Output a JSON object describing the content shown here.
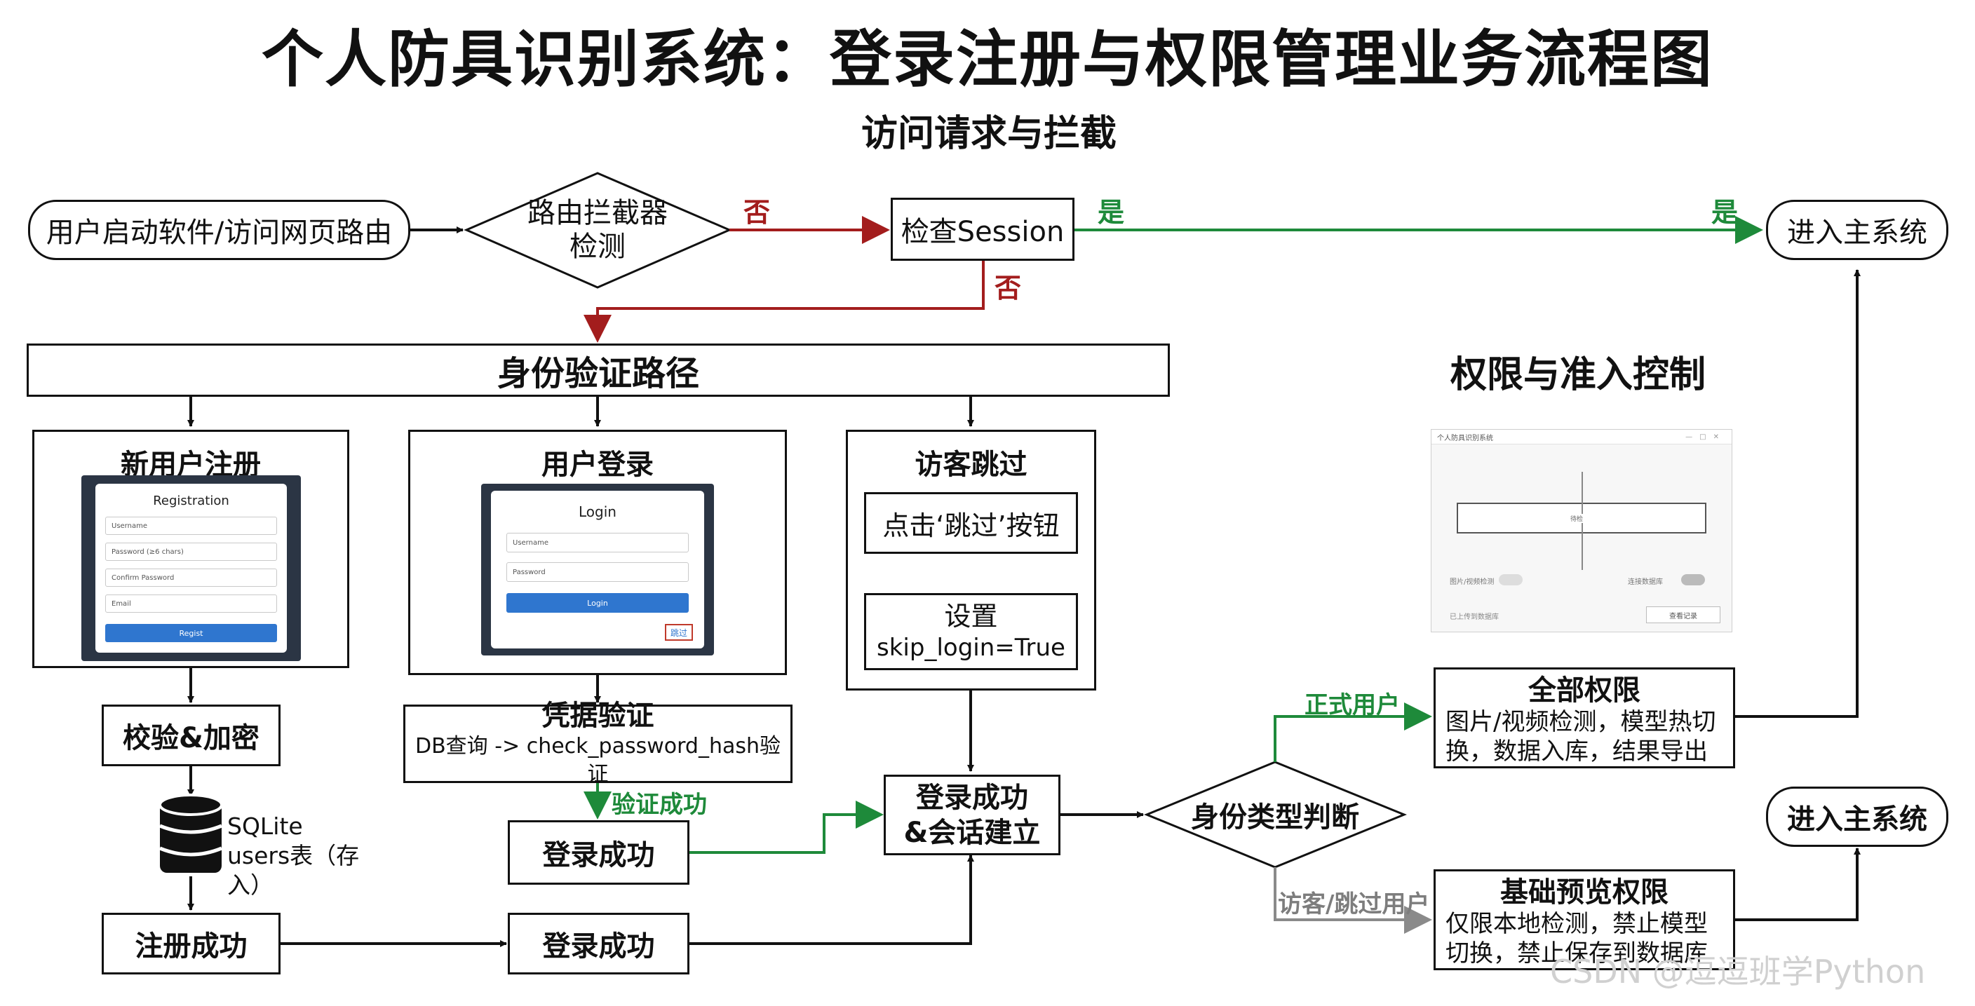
{
  "title": "个人防具识别系统：登录注册与权限管理业务流程图",
  "section_access": "访问请求与拦截",
  "section_permission": "权限与准入控制",
  "nodes": {
    "start": "用户启动软件/访问网页路由",
    "router_check": [
      "路由拦截器",
      "检测"
    ],
    "check_session": "检查Session",
    "main_top": "进入主系统",
    "auth_path": "身份验证路径",
    "register_title": "新用户注册",
    "login_title": "用户登录",
    "guest_title": "访客跳过",
    "click_skip": "点击‘跳过’按钮",
    "setting_line1": "设置",
    "setting_line2": "skip_login=True",
    "verify_encrypt": "校验&加密",
    "db_store": "SQLite users表（存入）",
    "register_success": "注册成功",
    "register_login_success": "登录成功",
    "credential_title": "凭据验证",
    "credential_detail": "DB查询 -> check_password_hash验证",
    "login_success": "登录成功",
    "session_line1": "登录成功",
    "session_line2": "&会话建立",
    "identity_judge": "身份类型判断",
    "full_title": "全部权限",
    "full_detail": "图片/视频检测，模型热切换，数据入库，结果导出",
    "basic_title": "基础预览权限",
    "basic_detail": "仅限本地检测，禁止模型切换，禁止保存到数据库",
    "main_bottom": "进入主系统"
  },
  "edge_labels": {
    "no1": "否",
    "yes_session": "是",
    "yes_main": "是",
    "no2": "否",
    "verify_ok": "验证成功",
    "official_user": "正式用户",
    "guest_user": "访客/跳过用户"
  },
  "mock_register": {
    "heading": "Registration",
    "fields": [
      "Username",
      "Password (≥6 chars)",
      "Confirm Password",
      "Email"
    ],
    "button": "Regist"
  },
  "mock_login": {
    "heading": "Login",
    "fields": [
      "Username",
      "Password"
    ],
    "button": "Login",
    "skip": "跳过"
  },
  "mock_app": {
    "window_title": "个人防具识别系统",
    "center_text": "待检",
    "toggle_left": "图片/视频检测",
    "toggle_right": "连接数据库",
    "footer_left": "已上传到数据库",
    "footer_button": "查看记录"
  },
  "watermark": "CSDN @逗逗班学Python",
  "colors": {
    "red": "#a31d1d",
    "green": "#1e8a3a",
    "gray": "#8a8a8a",
    "black": "#111111",
    "blue": "#2f76cf"
  }
}
